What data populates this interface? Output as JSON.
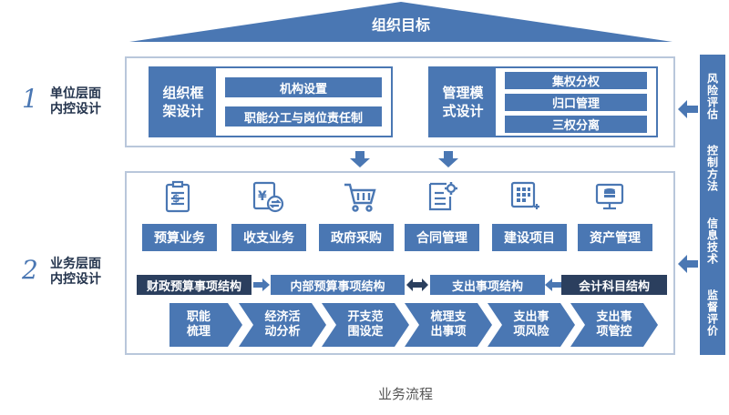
{
  "roof_title": "组织目标",
  "level1": {
    "num": "1",
    "label": "单位层面\n内控设计",
    "left_block": {
      "title": "组织框\n架设计",
      "items": [
        "机构设置",
        "职能分工与岗位责任制"
      ]
    },
    "right_block": {
      "title": "管理模\n式设计",
      "items": [
        "集权分权",
        "归口管理",
        "三权分离"
      ]
    }
  },
  "level2": {
    "num": "2",
    "label": "业务层面\n内控设计",
    "business": [
      {
        "label": "预算业务",
        "icon": "budget-doc-icon"
      },
      {
        "label": "收支业务",
        "icon": "yen-exchange-icon"
      },
      {
        "label": "政府采购",
        "icon": "shopping-cart-icon"
      },
      {
        "label": "合同管理",
        "icon": "contract-gear-icon"
      },
      {
        "label": "建设项目",
        "icon": "grid-plus-icon"
      },
      {
        "label": "资产管理",
        "icon": "monitor-coins-icon"
      }
    ],
    "structure_row": [
      "财政预算事项结构",
      "内部预算事项结构",
      "支出事项结构",
      "会计科目结构"
    ],
    "process_steps": [
      "职能\n梳理",
      "经济活\n动分析",
      "开支范\n围设定",
      "梳理支\n出事项",
      "支出事\n项风险",
      "支出事\n项管控"
    ]
  },
  "side_bar": [
    "风险评估",
    "控制方法",
    "信息技术",
    "监督评价"
  ],
  "caption": "业务流程",
  "colors": {
    "primary": "#4a77b3",
    "dark": "#2b3f5e",
    "frame": "#b9c7db"
  }
}
